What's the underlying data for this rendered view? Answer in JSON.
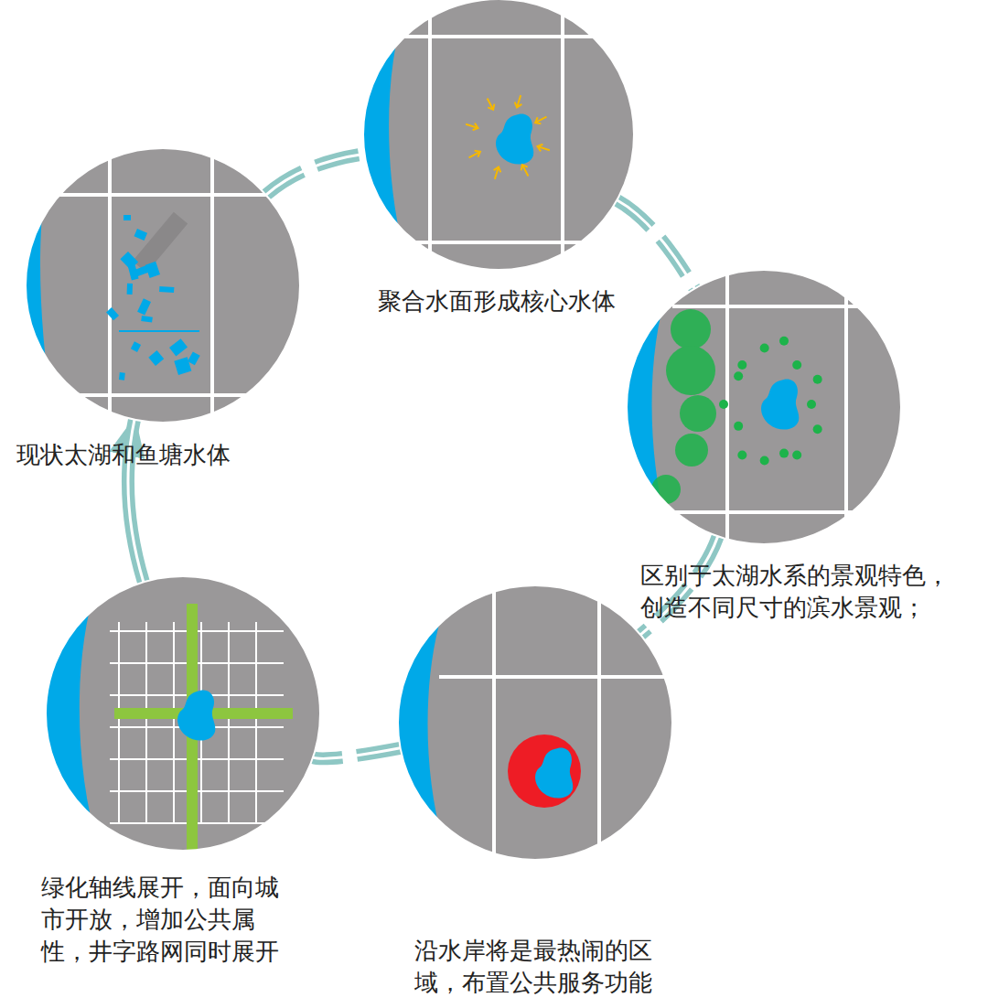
{
  "diagram": {
    "nodes": [
      {
        "text": [
          "现状太湖和鱼塘水体"
        ]
      },
      {
        "text": [
          "聚合水面形成核心水体"
        ]
      },
      {
        "text": [
          "区别于太湖水系的景观特色，创造不同尺寸的滨水景观；"
        ]
      },
      {
        "text": [
          "沿水岸将是最热闹的区域，布置公共服务功能"
        ]
      },
      {
        "text": [
          "绿化轴线展开，面向城市开放，增加公共属性，井字路网同时展开"
        ]
      }
    ],
    "edges": [
      {
        "from": 0,
        "to": 1,
        "arrow": "none"
      },
      {
        "from": 1,
        "to": 2,
        "arrow": "none"
      },
      {
        "from": 2,
        "to": 3,
        "arrow": "none"
      },
      {
        "from": 3,
        "to": 4,
        "arrow": "none"
      },
      {
        "from": 4,
        "to": 0,
        "arrow": "to"
      }
    ]
  }
}
